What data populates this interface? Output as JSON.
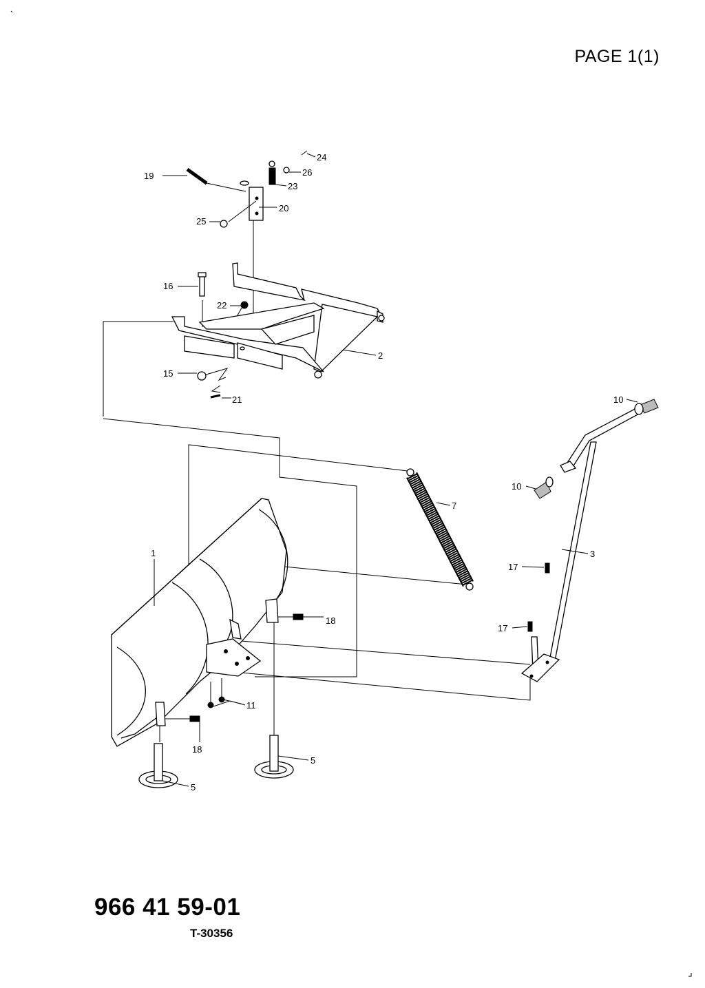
{
  "header": {
    "page_label": "PAGE 1(1)"
  },
  "footer": {
    "part_number": "966 41 59-01",
    "drawing_number": "T-30356"
  },
  "callouts": {
    "c1": "1",
    "c2": "2",
    "c3": "3",
    "c5a": "5",
    "c5b": "5",
    "c7": "7",
    "c10a": "10",
    "c10b": "10",
    "c11": "11",
    "c15": "15",
    "c16": "16",
    "c17a": "17",
    "c17b": "17",
    "c18a": "18",
    "c18b": "18",
    "c19": "19",
    "c20": "20",
    "c21": "21",
    "c22": "22",
    "c23": "23",
    "c24": "24",
    "c25": "25",
    "c26": "26"
  }
}
